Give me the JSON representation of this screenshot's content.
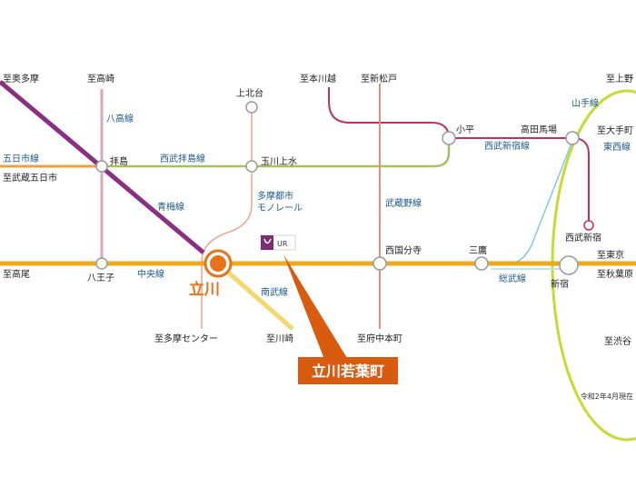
{
  "colors": {
    "chuo": "#f0a818",
    "nambu": "#f5d76e",
    "ome": "#8c2e84",
    "hachiko": "#dba9b5",
    "haijima": "#a3c262",
    "shinjuku": "#c4325a",
    "kokubunji": "#c4325a",
    "musashino": "#f08a78",
    "monorail": "#f0a58c",
    "sobu": "#7fc7e6",
    "yamanote": "#c6db32",
    "accent": "#e8731a",
    "callout_bg": "#d95b10",
    "ur_logo": "#7a2e73",
    "label_blue": "#1d5a8c"
  },
  "icons": {
    "ur_logo": "ur-logo-icon",
    "highlight_station": "target-circle-icon"
  },
  "highlight": {
    "station": "立川",
    "callout": "立川若葉町"
  },
  "logo": {
    "text": "UR"
  },
  "destinations": {
    "okutama": "至奥多摩",
    "takasaki": "至高崎",
    "honkawagoe": "至本川越",
    "shinmatsudo": "至新松戸",
    "ueno": "至上野",
    "otemachi": "至大手町",
    "tokyo": "至東京",
    "akihabara": "至秋葉原",
    "shibuya": "至渋谷",
    "musashi_itsukaichi": "至武蔵五日市",
    "takao": "至高尾",
    "tama_center": "至多摩センター",
    "kawasaki": "至川崎",
    "fuchu_honmachi": "至府中本町"
  },
  "lines": {
    "itsukaichi": "五日市線",
    "hachiko": "八高線",
    "seibu_haijima": "西武拝島線",
    "ome": "青梅線",
    "monorail": "多摩都市\nモノレール",
    "chuo": "中央線",
    "nambu": "南武線",
    "musashino": "武蔵野線",
    "yamanote": "山手線",
    "seibu_shinjuku": "西武新宿線",
    "tozai": "東西線",
    "sobu": "総武線"
  },
  "stations": {
    "haijima": "拝島",
    "kamikitadai": "上北台",
    "tamagawajosui": "玉川上水",
    "kodaira": "小平",
    "takadanobaba": "高田馬場",
    "hachioji": "八王子",
    "nishikokubunji": "西国分寺",
    "mitaka": "三鷹",
    "shinjuku": "新宿",
    "seibu_shinjuku": "西武新宿"
  },
  "footnote": "令和2年4月現在"
}
